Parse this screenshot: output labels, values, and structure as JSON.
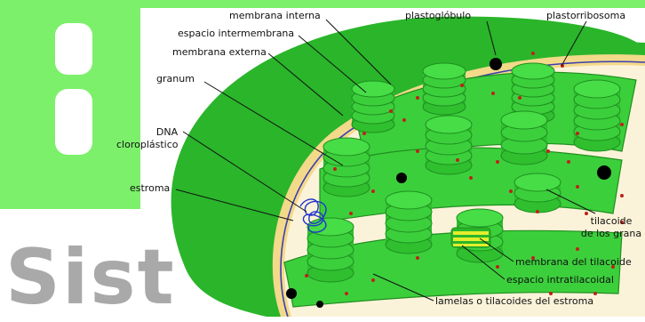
{
  "labels": {
    "membrana_interna": "membrana interna",
    "espacio_intermembrana": "espacio intermembrana",
    "membrana_externa": "membrana externa",
    "granum": "granum",
    "dna_line1": "DNA",
    "dna_line2": "cloroplástico",
    "estroma": "estroma",
    "plastoglobulo": "plastoglóbulo",
    "plastorribosoma": "plastorribosoma",
    "tilacoide_line1": "tilacoide",
    "tilacoide_line2": "de los grana",
    "membrana_tilacoide": "membrana del tilacoide",
    "espacio_intratilacoidal": "espacio intratilacoidal",
    "lamelas": "lamelas o tilacoides del estroma"
  },
  "watermark": {
    "text": "Sist",
    "color": "#7cf06b"
  },
  "colors": {
    "outer_membrane": "#2ab52a",
    "intermembrane": "#f3d98a",
    "stroma": "#fbf3d9",
    "thylakoid": "#3ccf3c",
    "thylakoid_dark": "#1f8f1f",
    "ribosome": "#c0201b",
    "plastoglobule": "#000000",
    "dna": "#2233cc",
    "lumen_band": "#e2ee2c"
  }
}
